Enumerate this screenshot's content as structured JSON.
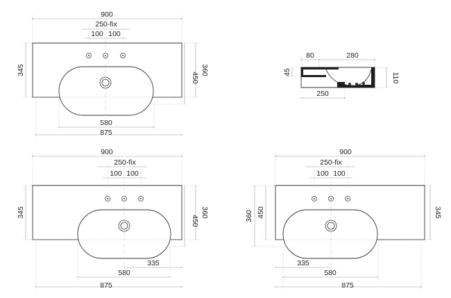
{
  "top_left_view": {
    "width_overall": "900",
    "tap_label": "250-fix",
    "tap_spacing_left": "100",
    "tap_spacing_right": "100",
    "depth_left": "345",
    "depth_inner": "450",
    "depth_right": "360",
    "bowl_width": "580",
    "lower_width": "875"
  },
  "section_view": {
    "rim_width": "80",
    "bowl_span": "280",
    "rim_height": "45",
    "total_height": "110",
    "bottom_width": "250"
  },
  "bottom_left_view": {
    "width_overall": "900",
    "tap_label": "250-fix",
    "tap_spacing_left": "100",
    "tap_spacing_right": "100",
    "depth_left": "345",
    "depth_inner": "450",
    "depth_right": "360",
    "drain_offset": "335",
    "bowl_width": "580",
    "lower_width": "875"
  },
  "bottom_right_view": {
    "width_overall": "900",
    "tap_label": "250-fix",
    "tap_spacing_left": "100",
    "tap_spacing_right": "100",
    "depth_left": "360",
    "depth_inner": "450",
    "depth_right": "345",
    "drain_offset": "335",
    "bowl_width": "580",
    "lower_width": "875"
  }
}
